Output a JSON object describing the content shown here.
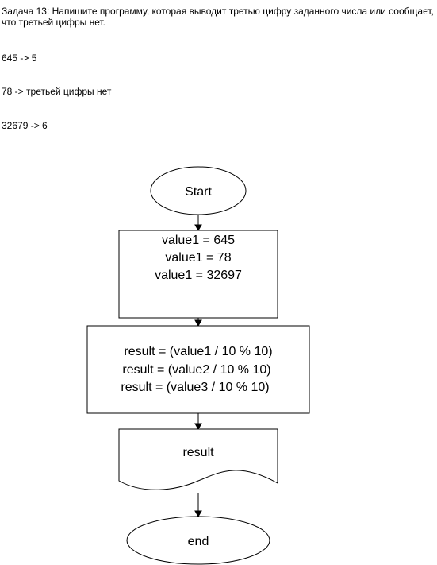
{
  "task": {
    "title_line1": "Задача 13: Напишите программу, которая выводит третью цифру заданного числа или сообщает,",
    "title_line2": "что третьей цифры нет.",
    "examples": [
      "645 -> 5",
      "78 -> третьей цифры нет",
      "32679 -> 6"
    ]
  },
  "flowchart": {
    "start": "Start",
    "init_lines": [
      "value1 = 645",
      "value1 = 78",
      "value1 = 32697"
    ],
    "compute_lines": [
      "result = (value1 / 10 % 10)",
      "result = (value2  / 10 % 10)",
      "result = (value3 / 10 % 10)"
    ],
    "output": "result",
    "end": "end"
  }
}
